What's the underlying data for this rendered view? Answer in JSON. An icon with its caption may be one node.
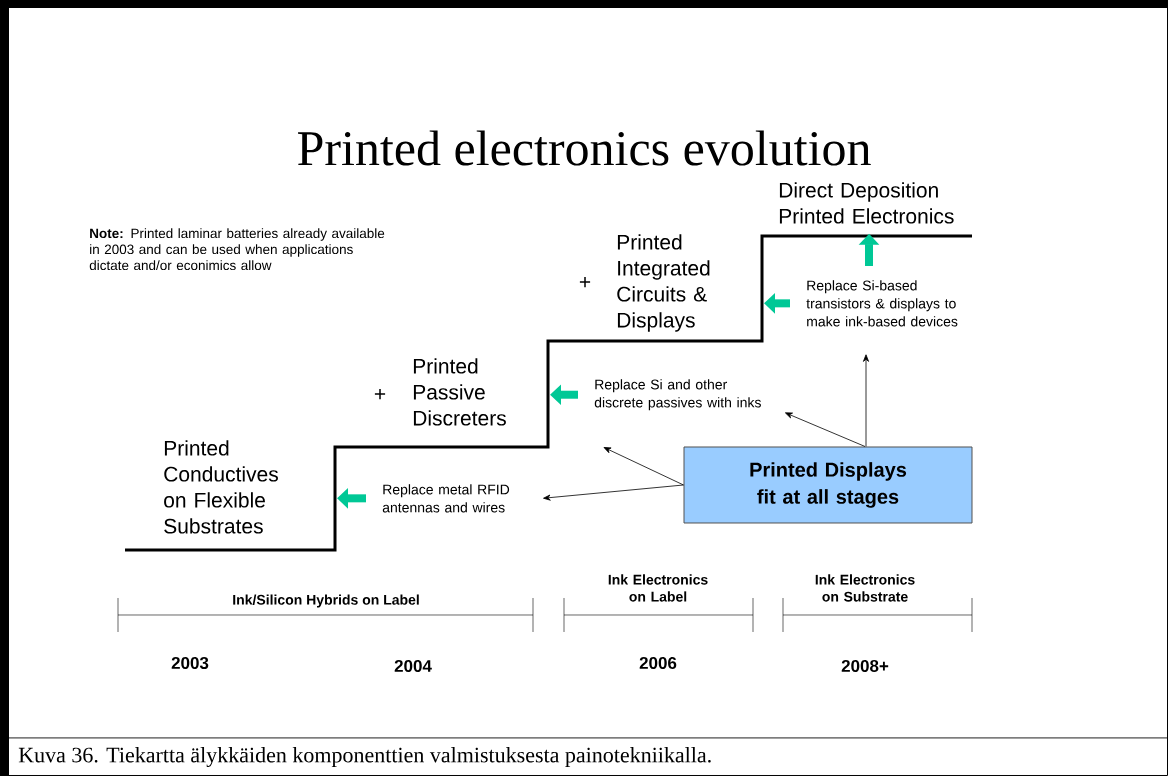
{
  "diagram": {
    "title": "Printed electronics evolution",
    "caption": "Kuva 36. Tiekartta älykkäiden komponenttien valmistuksesta painotekniikalla.",
    "nodes": [
      {
        "text": [
          "Printed Conductives on Flexible Substrates"
        ]
      },
      {
        "text": [
          "Printed Passive Discreters"
        ]
      },
      {
        "text": [
          "Printed Integrated Circuits & Displays"
        ]
      },
      {
        "text": [
          "Direct Deposition Printed Electronics"
        ]
      },
      {
        "text": [
          "Replace metal RFID antennas and wires"
        ]
      },
      {
        "text": [
          "Replace Si and other discrete passives with inks"
        ]
      },
      {
        "text": [
          "Replace Si-based transistors & displays to make ink-based devices"
        ]
      },
      {
        "text": [
          "Printed Displays fit at all stages"
        ]
      }
    ],
    "edges": [
      {
        "from": 7,
        "to": 4,
        "arrow": "to"
      },
      {
        "from": 7,
        "to": null,
        "arrow": "to"
      },
      {
        "from": 7,
        "to": 5,
        "arrow": "to"
      },
      {
        "from": 7,
        "to": 6,
        "arrow": "to"
      },
      {
        "from": 4,
        "to": null,
        "arrow": "to",
        "style": "thick",
        "color": "#00c896"
      },
      {
        "from": 5,
        "to": null,
        "arrow": "to",
        "style": "thick",
        "color": "#00c896"
      },
      {
        "from": 6,
        "to": null,
        "arrow": "to",
        "style": "thick",
        "color": "#00c896"
      },
      {
        "from": 6,
        "to": 3,
        "arrow": "to",
        "style": "thick",
        "color": "#00c896"
      }
    ],
    "labels": [
      "**Note:** Printed laminar batteries already available in 2003 and can be used when applications dictate and/or econimics allow",
      "+",
      "+",
      "Ink/Silicon Hybrids on Label",
      "Ink Electronics on Label",
      "Ink Electronics on Substrate",
      "2003",
      "2004",
      "2006",
      "2008+"
    ]
  }
}
